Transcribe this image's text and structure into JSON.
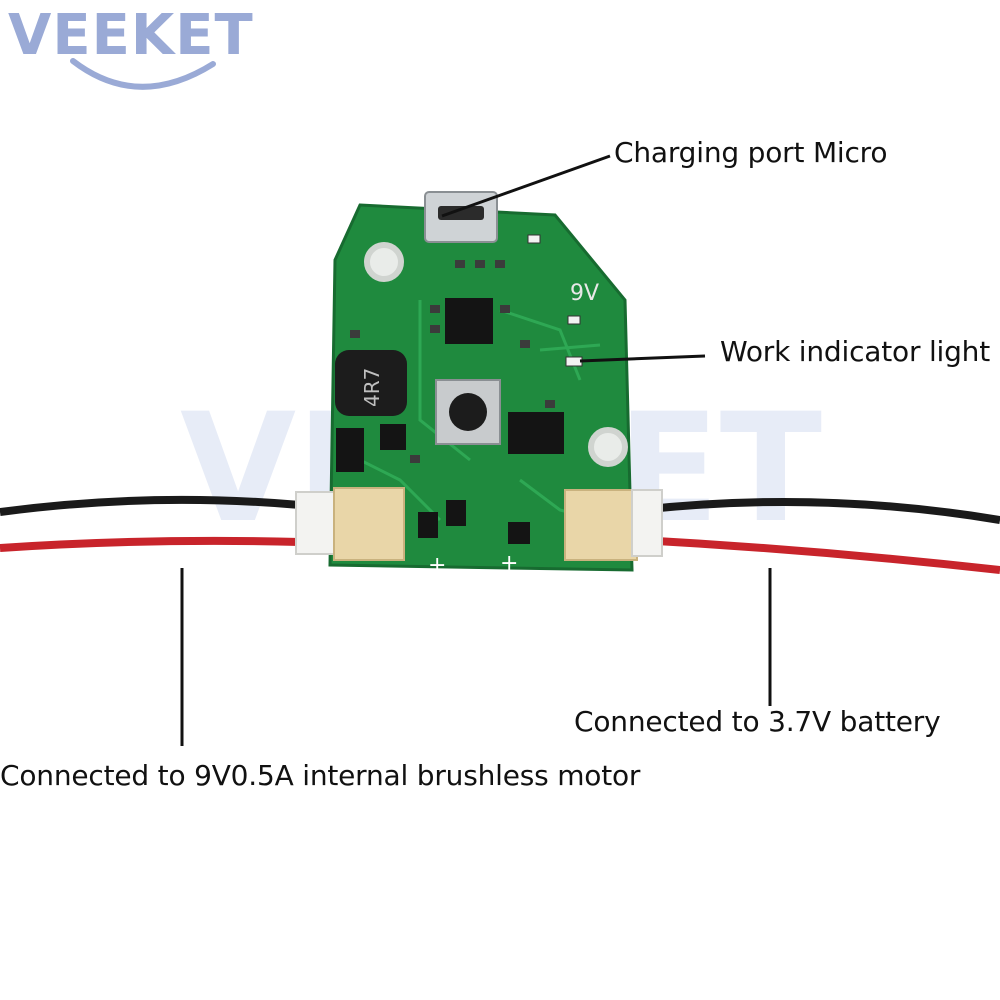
{
  "brand": {
    "logo_text": "VEEKET",
    "logo_color": "#9aaad6"
  },
  "board": {
    "voltage_mark": "9V",
    "inductor_mark": "4R7",
    "pcb_color": "#1f8a3e"
  },
  "callouts": {
    "charging_port": "Charging port Micro",
    "indicator": "Work indicator light",
    "battery": "Connected to 3.7V battery",
    "motor": "Connected to 9V0.5A internal brushless motor"
  },
  "wire_colors": {
    "black": "#1a1a1a",
    "red": "#c8242b"
  }
}
